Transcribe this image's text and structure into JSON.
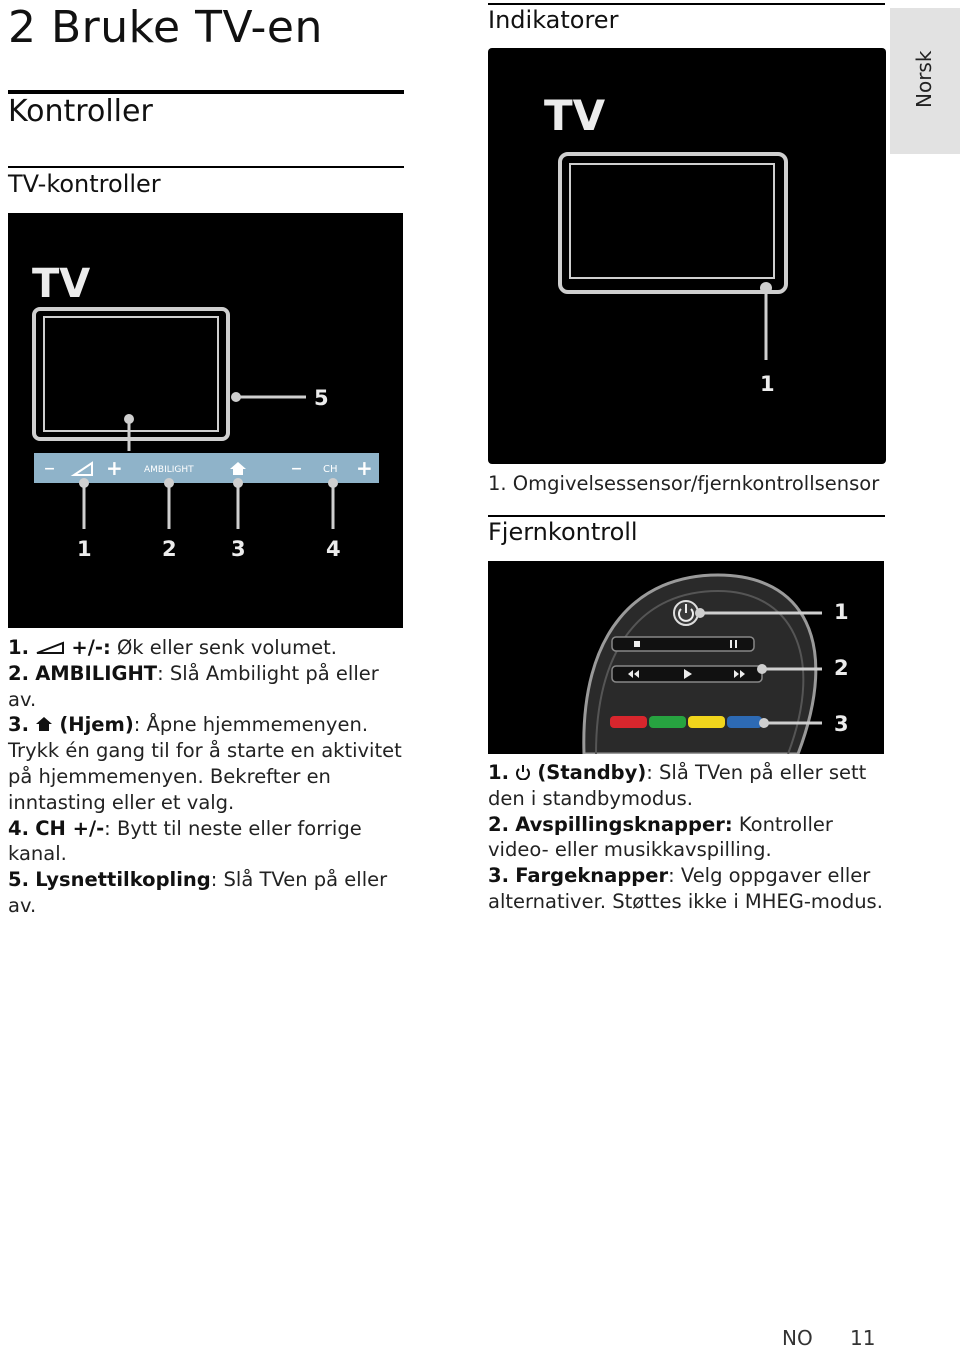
{
  "chapter_title": "2 Bruke TV-en",
  "section_title": "Kontroller",
  "side_tab": "Norsk",
  "tv_controls": {
    "heading": "TV-kontroller",
    "figure": {
      "tv_label": "TV",
      "strip_labels": {
        "minus1": "–",
        "plus1": "+",
        "ambilight": "AMBILIGHT",
        "minus2": "–",
        "ch": "CH",
        "plus2": "+"
      },
      "callouts": [
        "1",
        "2",
        "3",
        "4",
        "5"
      ]
    },
    "items": [
      {
        "num": "1.",
        "key": "+/-:",
        "text": " Øk eller senk volumet."
      },
      {
        "num": "2.",
        "key": "AMBILIGHT",
        "text": ": Slå Ambilight på eller av."
      },
      {
        "num": "3.",
        "key": "(Hjem)",
        "text": ": Åpne hjemmemenyen. Trykk én gang til for å starte en aktivitet på hjemmemenyen. Bekrefter en inntasting eller et valg."
      },
      {
        "num": "4.",
        "key": "CH +/-",
        "text": ": Bytt til neste eller forrige kanal."
      },
      {
        "num": "5.",
        "key": "Lysnettilkopling",
        "text": ": Slå TVen på eller av."
      }
    ]
  },
  "indicators": {
    "heading": "Indikatorer",
    "figure": {
      "tv_label": "TV",
      "callout": "1"
    },
    "caption": "1. Omgivelsessensor/fjernkontrollsensor"
  },
  "remote": {
    "heading": "Fjernkontroll",
    "figure": {
      "callouts": [
        "1",
        "2",
        "3"
      ]
    },
    "items": [
      {
        "num": "1.",
        "key": "(Standby)",
        "text": ": Slå TVen på eller sett den i standbymodus."
      },
      {
        "num": "2.",
        "key": "Avspillingsknapper:",
        "text": " Kontroller video- eller musikkavspilling."
      },
      {
        "num": "3.",
        "key": "Fargeknapper",
        "text": ": Velg oppgaver eller alternativer. Støttes ikke i MHEG-modus."
      }
    ]
  },
  "footer": {
    "lang": "NO",
    "page": "11"
  },
  "colors": {
    "figure_bg": "#000000",
    "strip": "#8fb3c9",
    "red": "#d8262d",
    "green": "#27a340",
    "yellow": "#f1d51c",
    "blue": "#2d6ab4"
  }
}
